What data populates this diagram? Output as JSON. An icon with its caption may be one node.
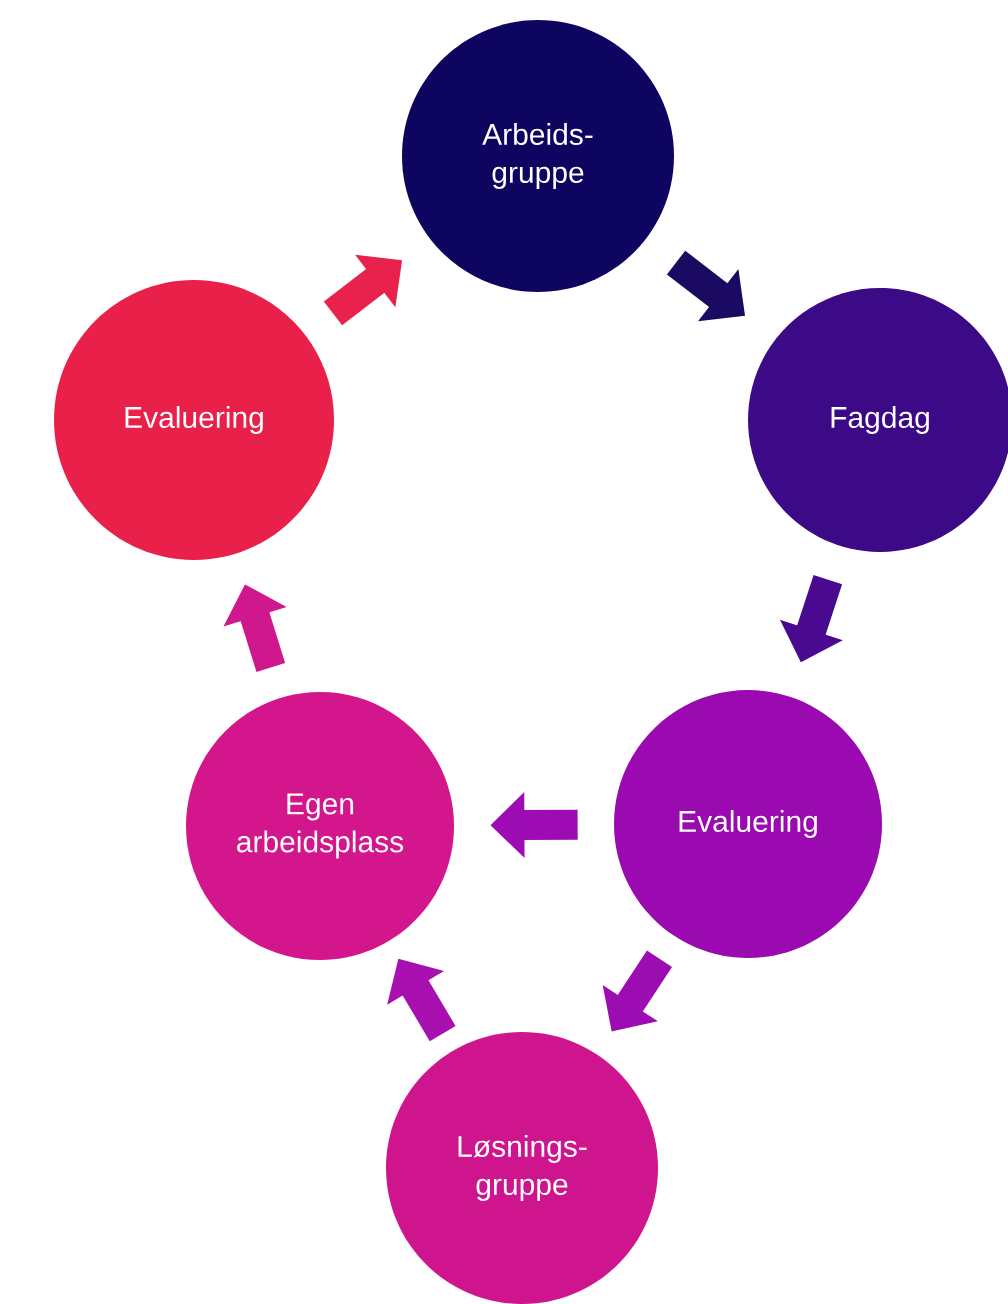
{
  "diagram": {
    "nodes": [
      {
        "text": [
          "Arbeids-gruppe"
        ]
      },
      {
        "text": [
          "Fagdag"
        ]
      },
      {
        "text": [
          "Evaluering"
        ]
      },
      {
        "text": [
          "Løsnings-gruppe"
        ]
      },
      {
        "text": [
          "Egen arbeidsplass"
        ]
      },
      {
        "text": [
          "Evaluering"
        ]
      }
    ],
    "edges": [
      {
        "from": 0,
        "to": 1,
        "arrow": "to",
        "color": "#1a0a62"
      },
      {
        "from": 1,
        "to": 2,
        "arrow": "to",
        "color": "#4a0a90"
      },
      {
        "from": 2,
        "to": 4,
        "arrow": "to",
        "color": "#9c0cb2"
      },
      {
        "from": 2,
        "to": 3,
        "arrow": "to",
        "color": "#9c0cb2"
      },
      {
        "from": 3,
        "to": 4,
        "arrow": "to",
        "color": "#a810b0"
      },
      {
        "from": 4,
        "to": 5,
        "arrow": "to",
        "color": "#d0188e"
      },
      {
        "from": 5,
        "to": 0,
        "arrow": "to",
        "color": "#e8224c"
      }
    ]
  }
}
